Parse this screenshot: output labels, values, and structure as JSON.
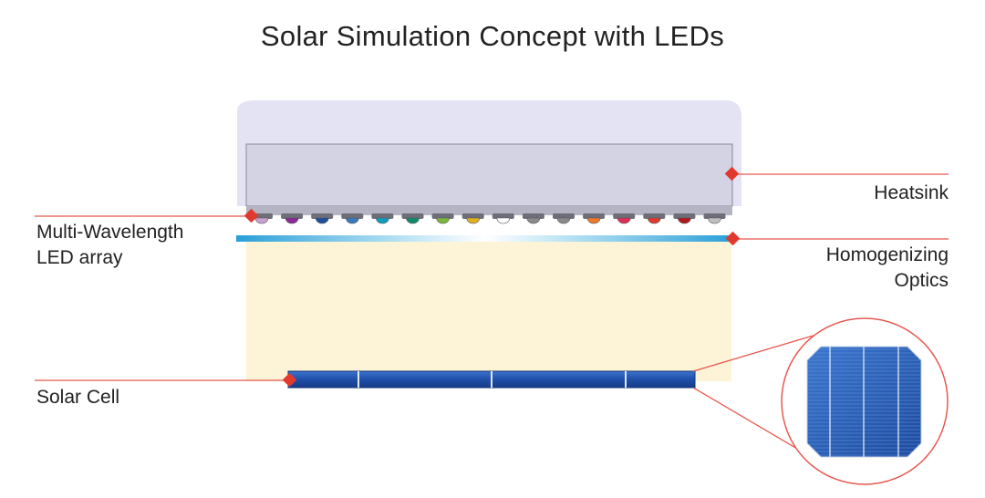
{
  "title": "Solar Simulation Concept with LEDs",
  "labels": {
    "heatsink": "Heatsink",
    "led_array_line1": "Multi-Wavelength",
    "led_array_line2": "LED array",
    "optics_line1": "Homogenizing",
    "optics_line2": "Optics",
    "solar_cell": "Solar Cell"
  },
  "colors": {
    "leader_line": "#e8584f",
    "marker": "#e03a2f",
    "heatsink_housing": "#e3e3f4",
    "heatsink_body": "#d3d3e4",
    "light_field": "#fdf3d6",
    "solar_cell": "#1f4fa8",
    "optics_gradient": [
      "#2a9fd8",
      "#bfe6f5",
      "#ffffff",
      "#bfe6f5",
      "#2a9fd8"
    ]
  },
  "led_colors": [
    "#c9a0cf",
    "#8d2a9a",
    "#1f4e9a",
    "#3a7ab8",
    "#0f9dbb",
    "#0f8a6a",
    "#7ab83a",
    "#e0b21e",
    "#ffffff",
    "#8a8a8a",
    "#8a8a8a",
    "#f07a2a",
    "#e02f56",
    "#e03a2a",
    "#b01a1a",
    "#c0c0c0"
  ]
}
